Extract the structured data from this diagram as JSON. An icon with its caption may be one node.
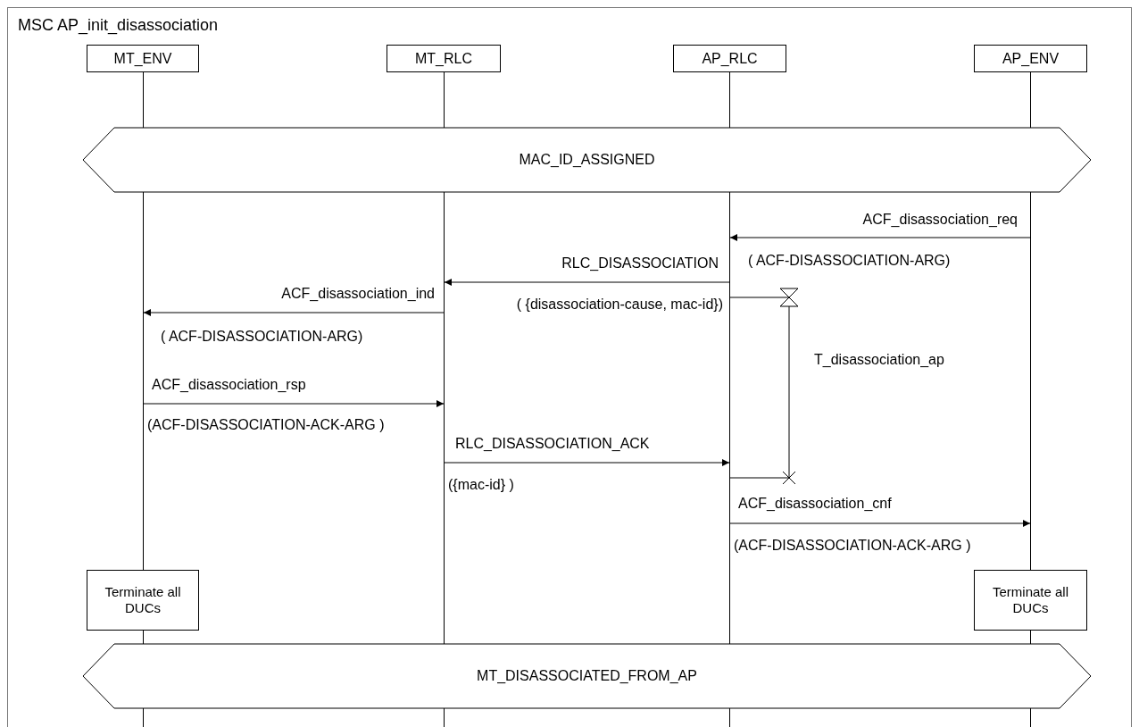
{
  "diagram": {
    "title": "MSC AP_init_disassociation",
    "nodes": [
      {
        "text": [
          "MT_ENV"
        ]
      },
      {
        "text": [
          "MT_RLC"
        ]
      },
      {
        "text": [
          "AP_RLC"
        ]
      },
      {
        "text": [
          "AP_ENV"
        ]
      },
      {
        "text": [],
        "shape": "line"
      },
      {
        "text": [],
        "shape": "line"
      },
      {
        "text": [],
        "shape": "line"
      },
      {
        "text": [],
        "shape": "line"
      },
      {
        "text": [
          "MAC_ID_ASSIGNED"
        ]
      },
      {
        "text": [
          "Terminate all DUCs"
        ]
      },
      {
        "text": [
          "Terminate all DUCs"
        ]
      },
      {
        "text": [
          "MT_DISASSOCIATED_FROM_AP"
        ]
      }
    ],
    "edges": [
      {
        "from": 7,
        "to": 6,
        "arrow": "to",
        "label": "ACF_disassociation_req"
      },
      {
        "from": 6,
        "to": 5,
        "arrow": "to",
        "label": "RLC_DISASSOCIATION"
      },
      {
        "from": 5,
        "to": 4,
        "arrow": "to",
        "label": "ACF_disassociation_ind"
      },
      {
        "from": 4,
        "to": 5,
        "arrow": "to",
        "label": "ACF_disassociation_rsp"
      },
      {
        "from": 5,
        "to": 6,
        "arrow": "to",
        "label": "RLC_DISASSOCIATION_ACK"
      },
      {
        "from": 6,
        "to": 7,
        "arrow": "to",
        "label": "ACF_disassociation_cnf"
      }
    ],
    "labels": [
      "( ACF-DISASSOCIATION-ARG)",
      "( {disassociation-cause, mac-id})",
      "( ACF-DISASSOCIATION-ARG)",
      "T_disassociation_ap",
      "(ACF-DISASSOCIATION-ACK-ARG )",
      "({mac-id} )",
      "(ACF-DISASSOCIATION-ACK-ARG )"
    ]
  }
}
